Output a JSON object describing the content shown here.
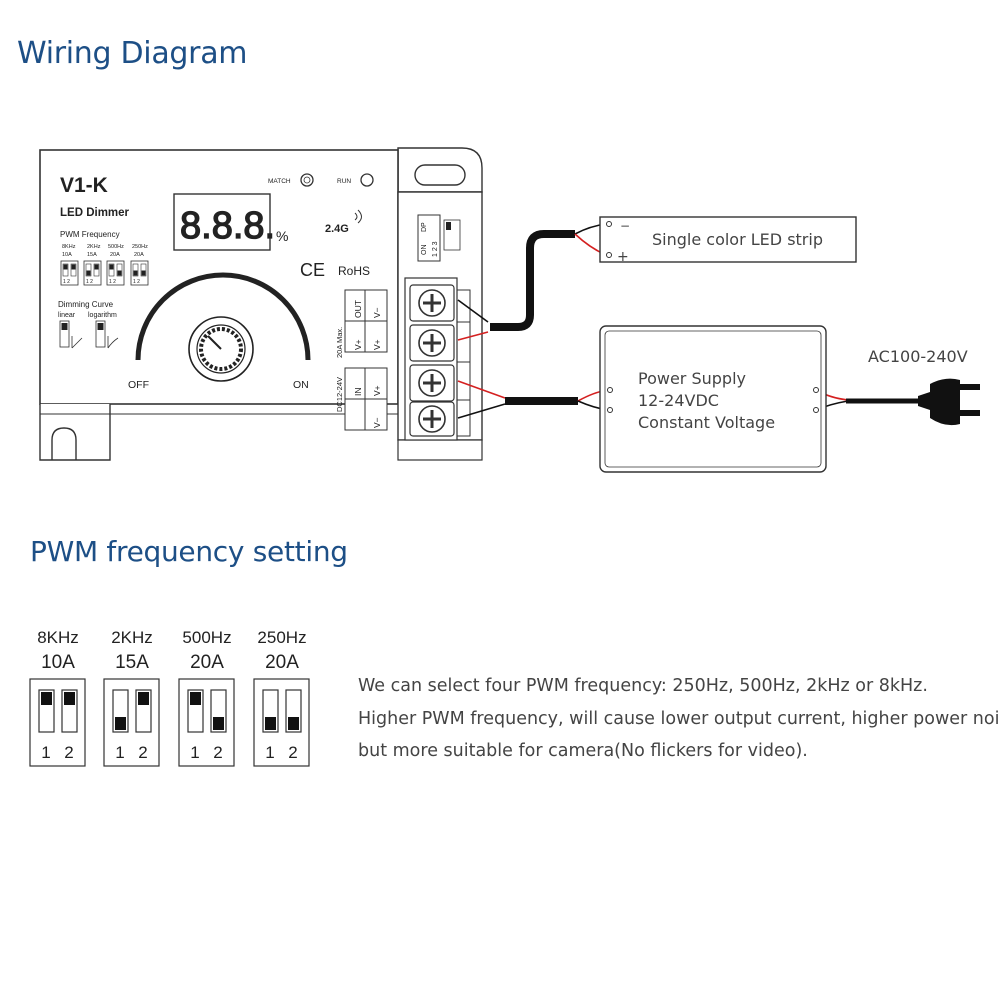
{
  "titles": {
    "wiring": "Wiring Diagram",
    "pwm": "PWM frequency setting"
  },
  "device": {
    "model": "V1-K",
    "name": "LED Dimmer",
    "display_digits": "8.8.8.",
    "percent_sign": "%",
    "match_label": "MATCH",
    "run_label": "RUN",
    "rf_label": "2.4G",
    "ce_mark": "CE",
    "rohs_mark": "RoHS",
    "pwm_frequency_label": "PWM Frequency",
    "pwm_small": [
      {
        "freq": "8KHz",
        "amp": "10A"
      },
      {
        "freq": "2KHz",
        "amp": "15A"
      },
      {
        "freq": "500Hz",
        "amp": "20A"
      },
      {
        "freq": "250Hz",
        "amp": "20A"
      }
    ],
    "dimming_curve_label": "Dimming Curve",
    "linear_label": "linear",
    "logarithm_label": "logarithm",
    "off_label": "OFF",
    "on_label": "ON",
    "out_label": "OUT",
    "in_label": "IN",
    "v_minus": "V−",
    "v_plus": "V+",
    "max_current": "20A Max.",
    "input_voltage": "DC12-24V",
    "dip_on": "ON",
    "dip_dp": "DP",
    "dip_numbers": "1 2 3"
  },
  "led_strip": {
    "label": "Single color LED strip",
    "minus": "−",
    "plus": "+"
  },
  "power_supply": {
    "line1": "Power Supply",
    "line2": "12-24VDC",
    "line3": "Constant Voltage"
  },
  "ac_label": "AC100-240V",
  "pwm_settings": [
    {
      "freq": "8KHz",
      "amp": "10A",
      "switch1": "on",
      "switch2": "on"
    },
    {
      "freq": "2KHz",
      "amp": "15A",
      "switch1": "off",
      "switch2": "on"
    },
    {
      "freq": "500Hz",
      "amp": "20A",
      "switch1": "on",
      "switch2": "off"
    },
    {
      "freq": "250Hz",
      "amp": "20A",
      "switch1": "off",
      "switch2": "off"
    }
  ],
  "switch_numbers": [
    "1",
    "2"
  ],
  "description": {
    "line1": "We can select four PWM frequency: 250Hz, 500Hz, 2kHz or 8kHz.",
    "line2": "Higher PWM frequency, will cause lower output current, higher power noise,",
    "line3": "but more suitable for camera(No flickers for video)."
  },
  "colors": {
    "title": "#1d4f86",
    "wire_red": "#d42020",
    "wire_black": "#111111"
  }
}
